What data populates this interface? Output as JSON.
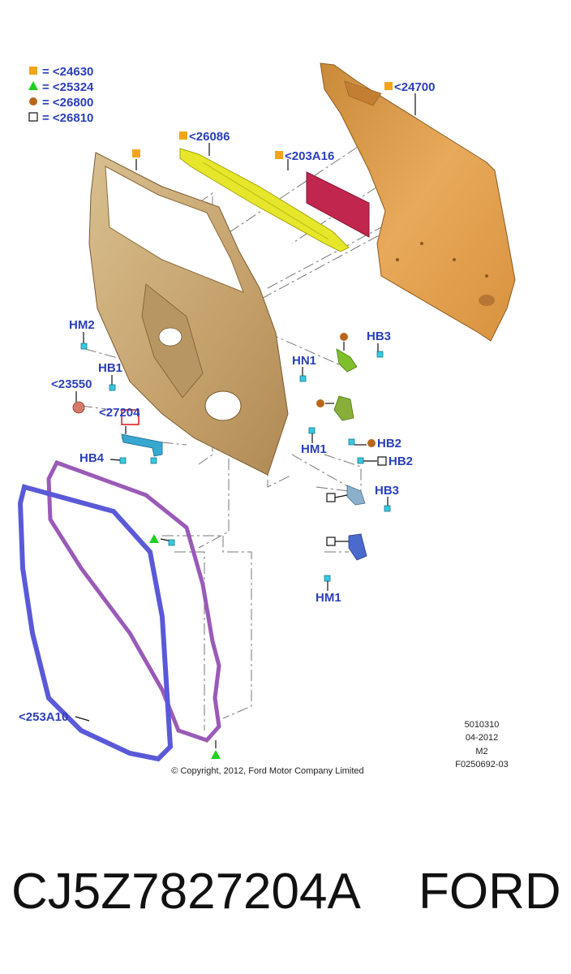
{
  "legend": [
    {
      "symbol": "square-orange",
      "text": "= <24630"
    },
    {
      "symbol": "triangle-green",
      "text": "= <25324"
    },
    {
      "symbol": "circle-brown",
      "text": "= <26800"
    },
    {
      "symbol": "square-empty",
      "text": "= <26810"
    }
  ],
  "callouts": {
    "c24700": "<24700",
    "c26086": "<26086",
    "c203A16": "<203A16",
    "hm2": "HM2",
    "hb1": "HB1",
    "c23550": "<23550",
    "c27204": "<27204",
    "hb4": "HB4",
    "hn1": "HN1",
    "hb3_top": "HB3",
    "hm1_mid": "HM1",
    "hb2_a": "HB2",
    "hb2_b": "HB2",
    "hb3_low": "HB3",
    "hm1_bottom": "HM1",
    "c253A10": "<253A10"
  },
  "stamp": {
    "line1": "5010310",
    "line2": "04-2012",
    "line3": "M2",
    "line4": "F0250692-03"
  },
  "copyright": "© Copyright, 2012, Ford Motor Company Limited",
  "caption": {
    "part_number": "CJ5Z7827204A",
    "brand": "FORD"
  },
  "colors": {
    "label_blue": "#2a3fb8",
    "marker_orange": "#f2a51a",
    "marker_green": "#1fd11f",
    "marker_brown": "#b8661c",
    "door_skin": "#e0a050",
    "inner_panel": "#c9a874",
    "reinforcement": "#e6e62a",
    "red_panel": "#c0264e",
    "seal_blue": "#5a5ad8",
    "seal_purple": "#9a5ab8",
    "hinge_green": "#7fbf2a",
    "clip_cyan": "#38c8e0"
  }
}
